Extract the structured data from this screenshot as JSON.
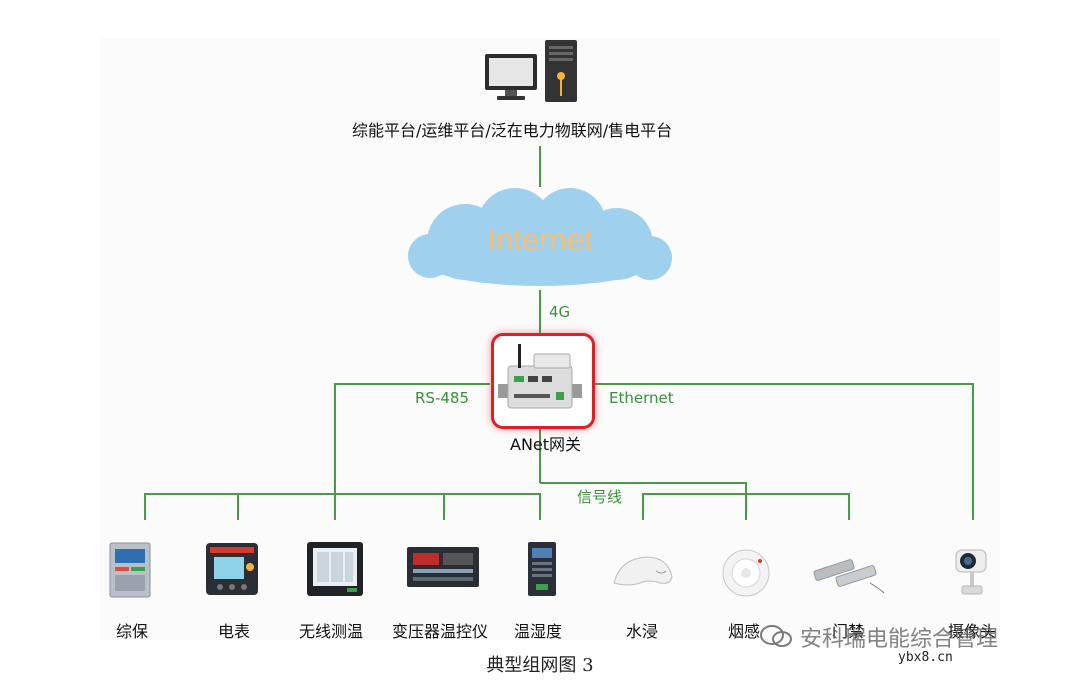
{
  "platform": {
    "label": "综能平台/运维平台/泛在电力物联网/售电平台"
  },
  "cloud": {
    "label": "Internet"
  },
  "links": {
    "uplink": "4G",
    "rs485": "RS-485",
    "ethernet": "Ethernet",
    "signal": "信号线"
  },
  "gateway": {
    "label": "ANet网关"
  },
  "devices": [
    {
      "label": "综保",
      "icon": "protection-relay-icon"
    },
    {
      "label": "电表",
      "icon": "power-meter-icon"
    },
    {
      "label": "无线测温",
      "icon": "wireless-temperature-icon"
    },
    {
      "label": "变压器温控仪",
      "icon": "transformer-temp-controller-icon"
    },
    {
      "label": "温湿度",
      "icon": "humidity-sensor-icon"
    },
    {
      "label": "水浸",
      "icon": "water-leak-sensor-icon"
    },
    {
      "label": "烟感",
      "icon": "smoke-detector-icon"
    },
    {
      "label": "门禁",
      "icon": "door-sensor-icon"
    },
    {
      "label": "摄像头",
      "icon": "camera-icon"
    }
  ],
  "caption": "典型组网图 3",
  "watermark": "安科瑞电能综合管理",
  "site": "ybx8.cn",
  "colors": {
    "line": "#4a9a4a",
    "cloud": "#9fd0ee",
    "gateway_border": "#e01e25",
    "internet_text": "#f3c07a"
  }
}
